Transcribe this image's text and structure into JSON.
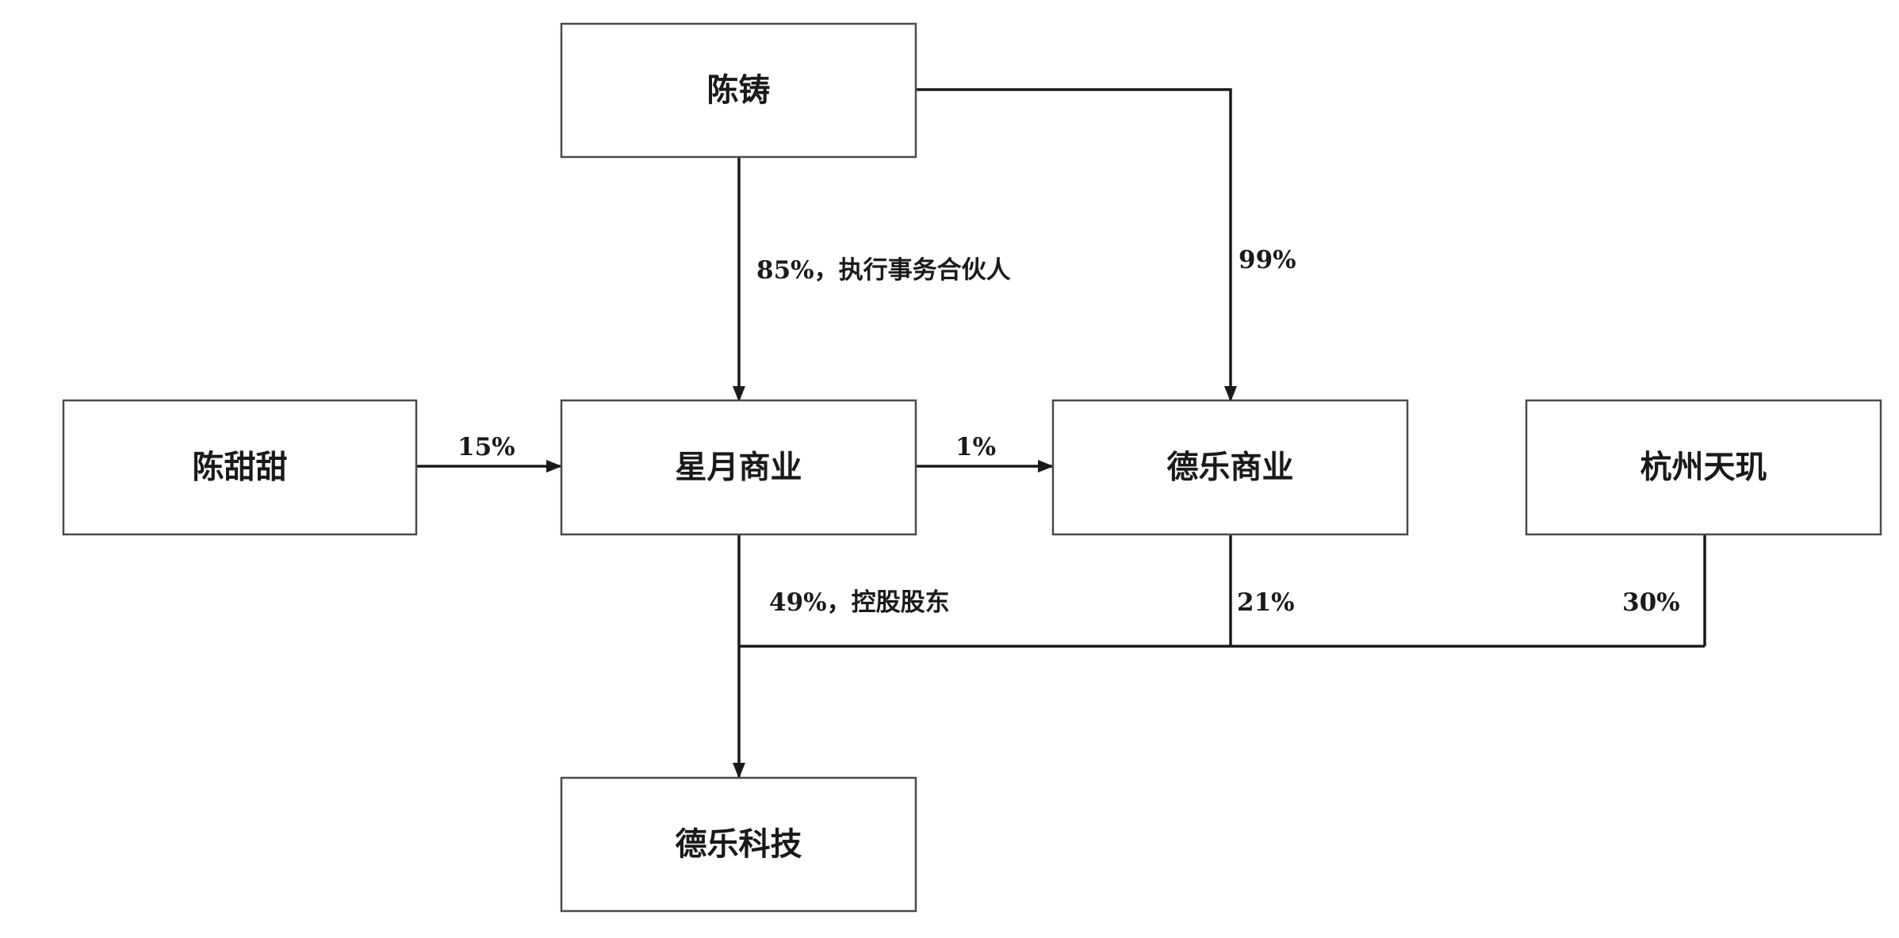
{
  "nodes": {
    "chen_zhu": {
      "label": "陈铸"
    },
    "chen_tiantian": {
      "label": "陈甜甜"
    },
    "xingyue": {
      "label": "星月商业"
    },
    "dele_business": {
      "label": "德乐商业"
    },
    "hangzhou_tianji": {
      "label": "杭州天玑"
    },
    "dele_tech": {
      "label": "德乐科技"
    }
  },
  "edges": {
    "chen_zhu_to_xingyue": "85%，执行事务合伙人",
    "chen_zhu_to_dele_business": "99%",
    "chen_tiantian_to_xingyue": "15%",
    "xingyue_to_dele_business": "1%",
    "xingyue_to_dele_tech": "49%，控股股东",
    "dele_business_to_dele_tech": "21%",
    "hangzhou_tianji_to_dele_tech": "30%"
  }
}
